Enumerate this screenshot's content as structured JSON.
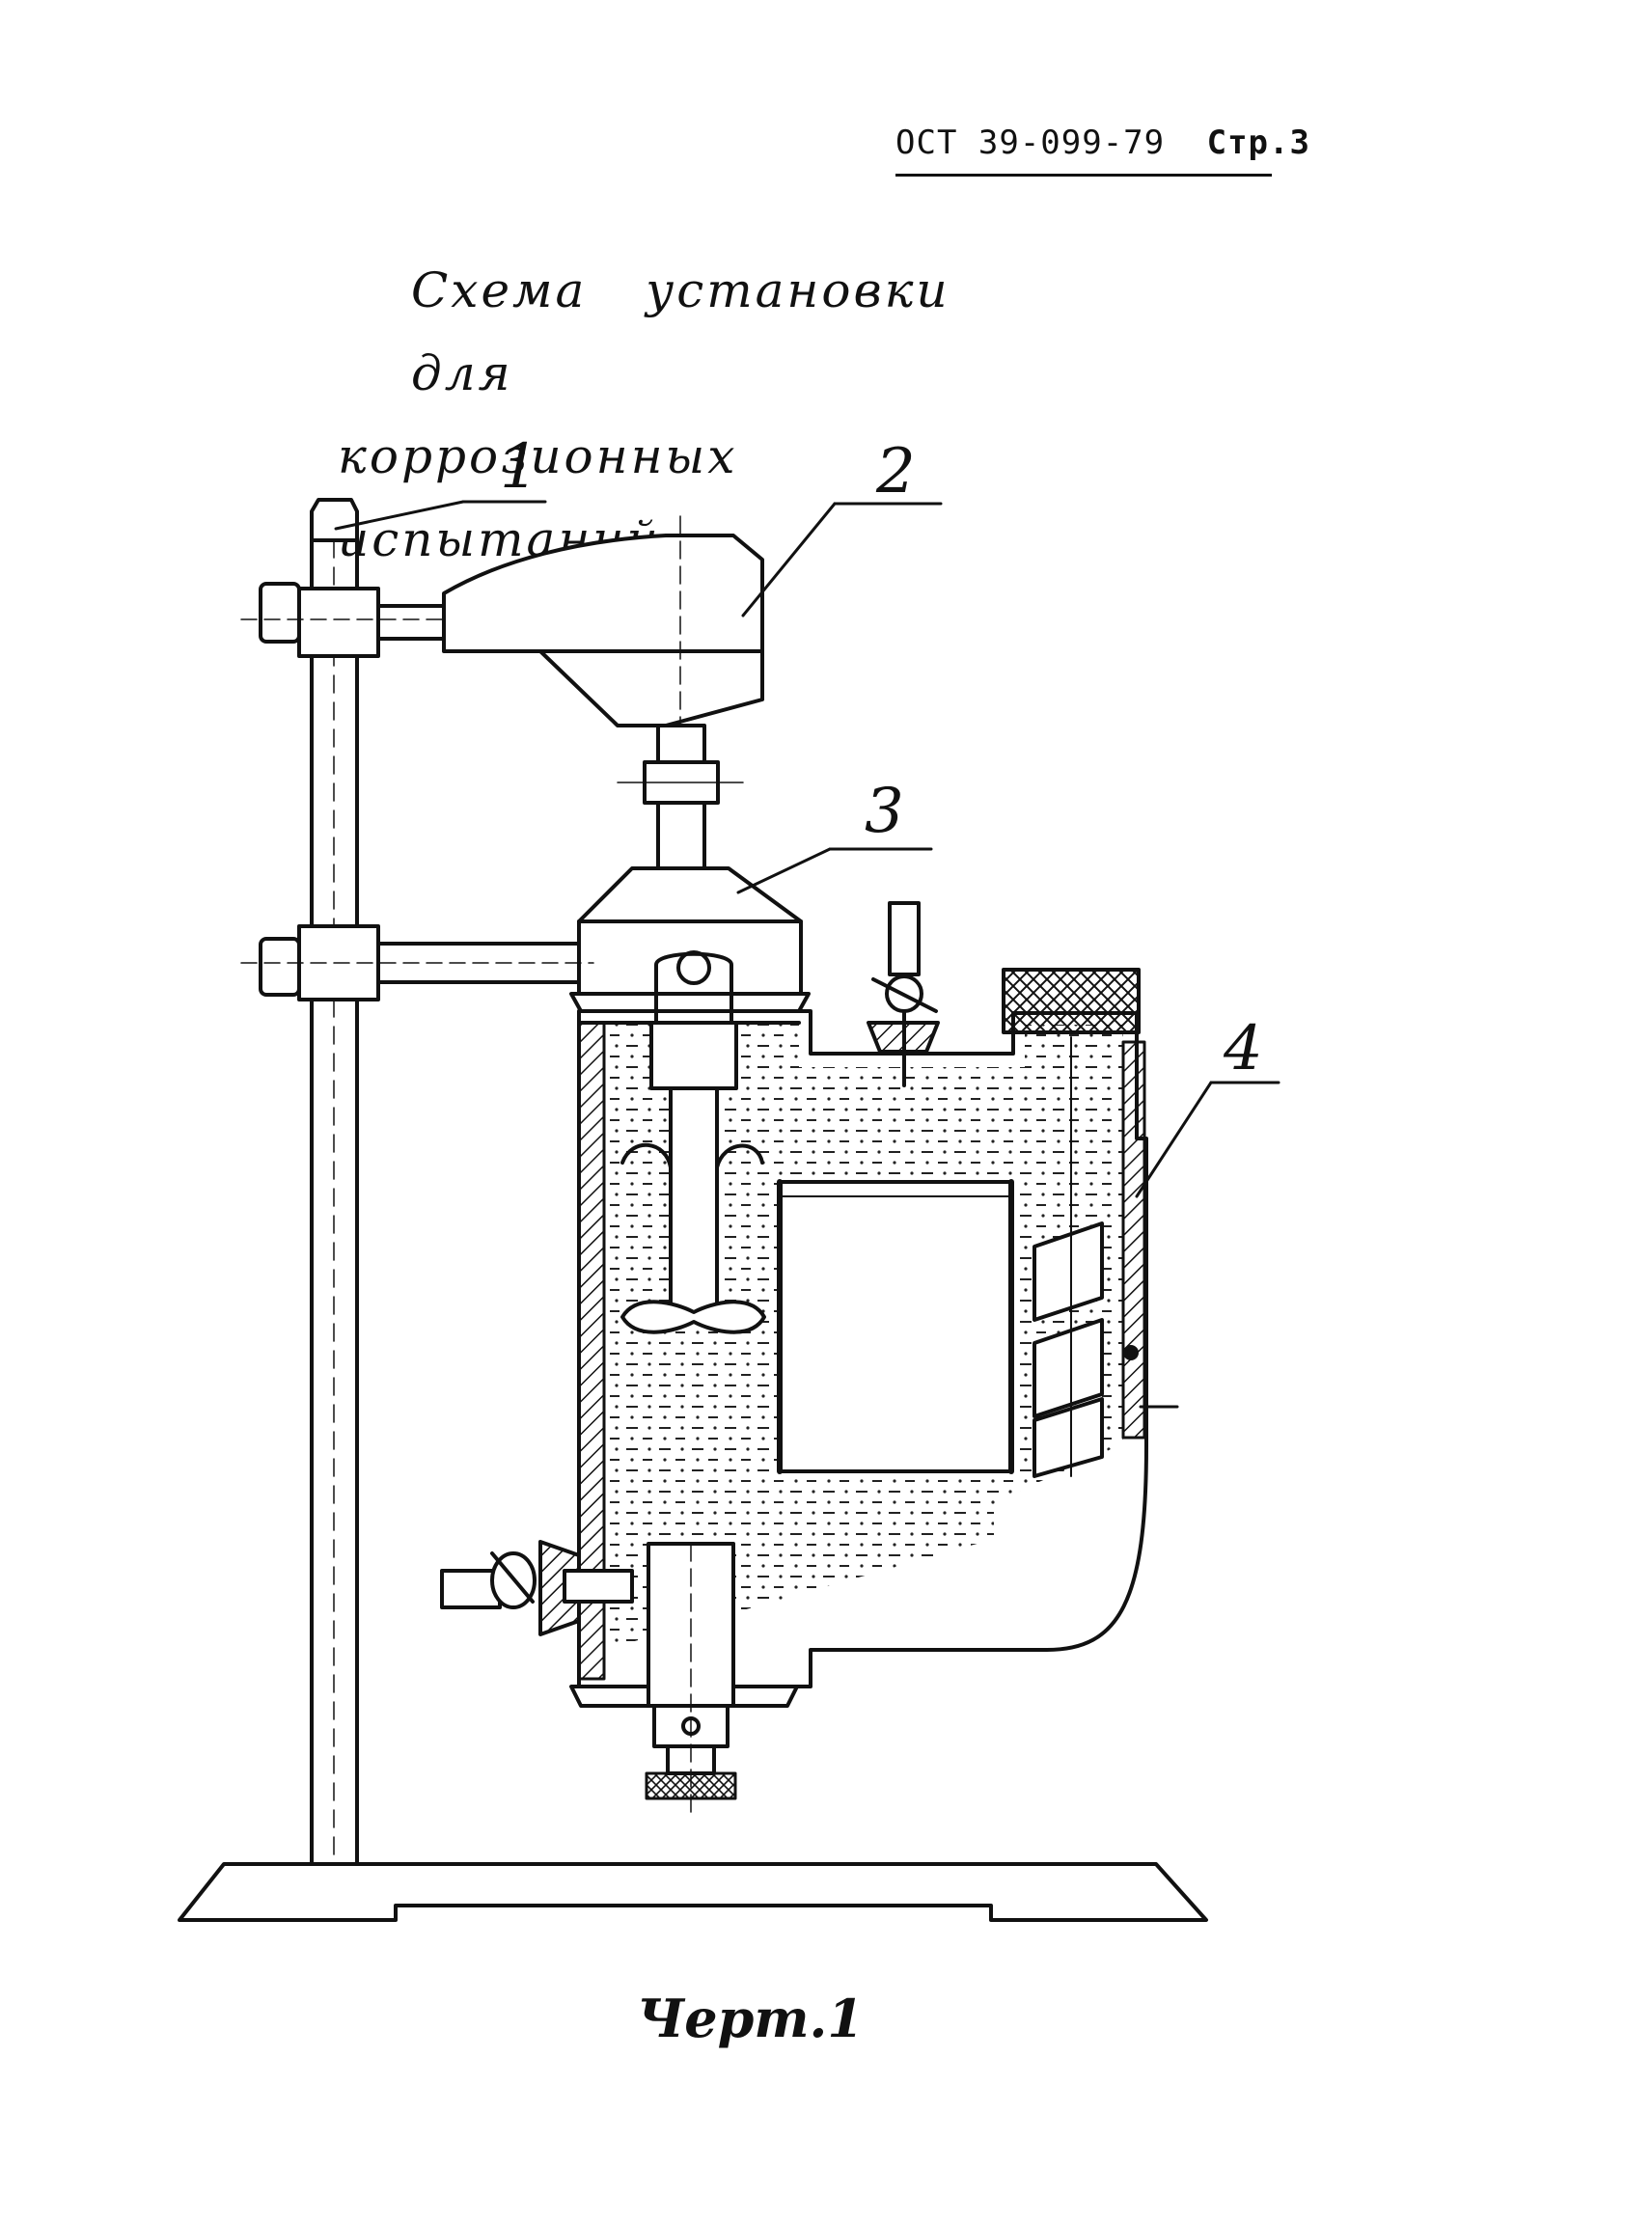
{
  "header": {
    "doc_code": "ОСТ 39-099-79",
    "page_label": "Стр.3"
  },
  "title": {
    "line1": "Схема установки для",
    "line2": "коррозионных испытаний"
  },
  "callouts": {
    "c1": "1",
    "c2": "2",
    "c3": "3",
    "c4": "4"
  },
  "caption": "Черт.1"
}
